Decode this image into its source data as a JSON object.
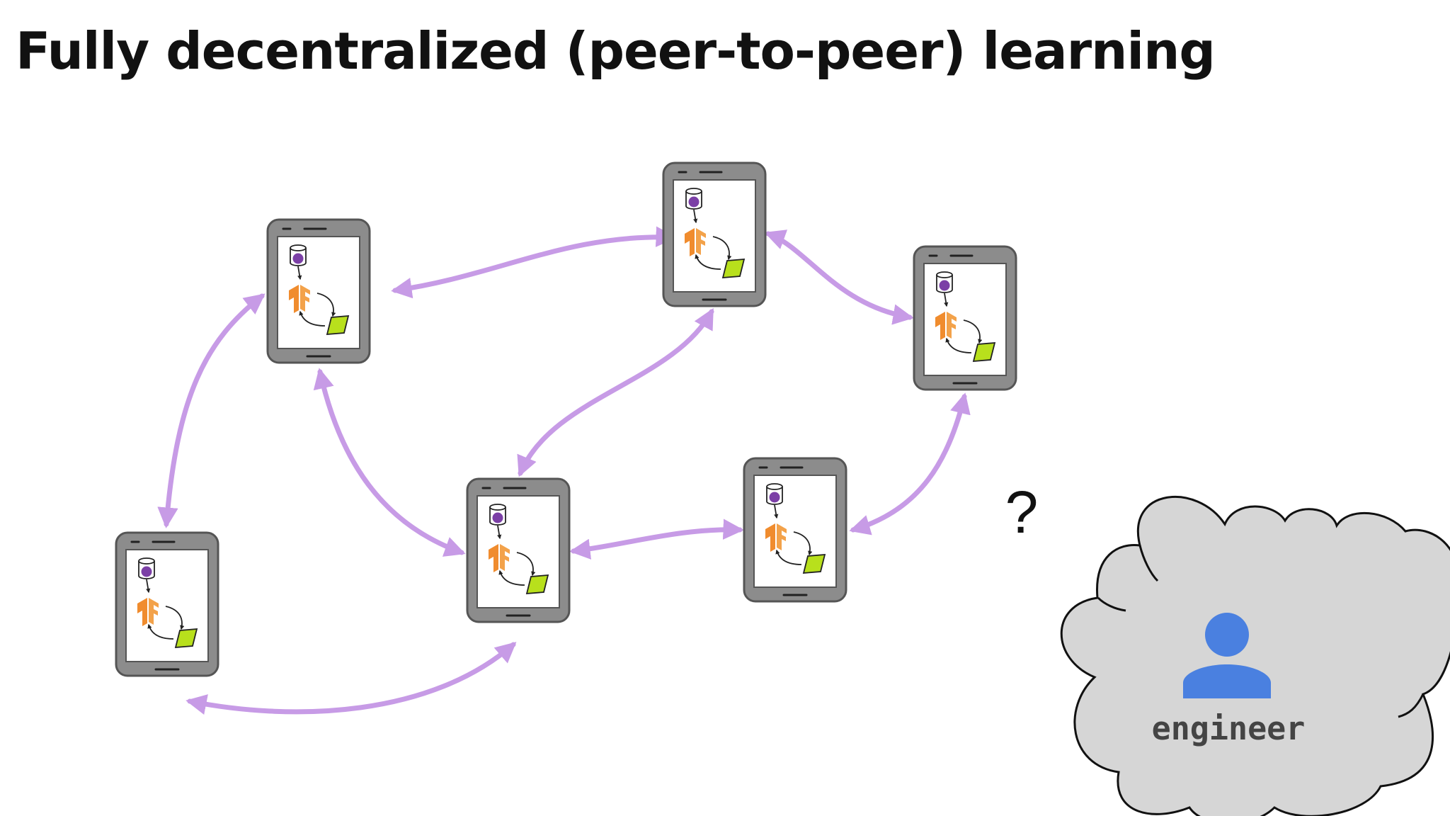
{
  "slide": {
    "title": "Fully decentralized (peer-to-peer) learning",
    "question_mark": "?",
    "engineer_label": "engineer"
  },
  "devices": [
    {
      "name": "device-top-left"
    },
    {
      "name": "device-top-center"
    },
    {
      "name": "device-right"
    },
    {
      "name": "device-bottom-left"
    },
    {
      "name": "device-bottom-center"
    },
    {
      "name": "device-bottom-right"
    }
  ],
  "links": [
    {
      "from": "device-top-left",
      "to": "device-top-center"
    },
    {
      "from": "device-top-center",
      "to": "device-right"
    },
    {
      "from": "device-top-left",
      "to": "device-bottom-left"
    },
    {
      "from": "device-top-left",
      "to": "device-bottom-center"
    },
    {
      "from": "device-top-center",
      "to": "device-bottom-center"
    },
    {
      "from": "device-bottom-center",
      "to": "device-bottom-right"
    },
    {
      "from": "device-right",
      "to": "device-bottom-right"
    },
    {
      "from": "device-bottom-left",
      "to": "device-bottom-center"
    }
  ],
  "colors": {
    "arrow": "#c79be6",
    "phone_body": "#8c8c8c",
    "phone_border": "#555555",
    "database_dot": "#7b3fa6",
    "tensorflow_logo": "#f08c2e",
    "model_card": "#b8e01c",
    "cloud_fill": "#d6d6d6",
    "person_icon": "#4a80e0"
  },
  "icons": {
    "device": "phone-icon",
    "data": "database-icon",
    "framework": "tensorflow-logo-icon",
    "model": "model-card-icon",
    "engineer": "person-icon",
    "cloud": "cloud-icon"
  }
}
